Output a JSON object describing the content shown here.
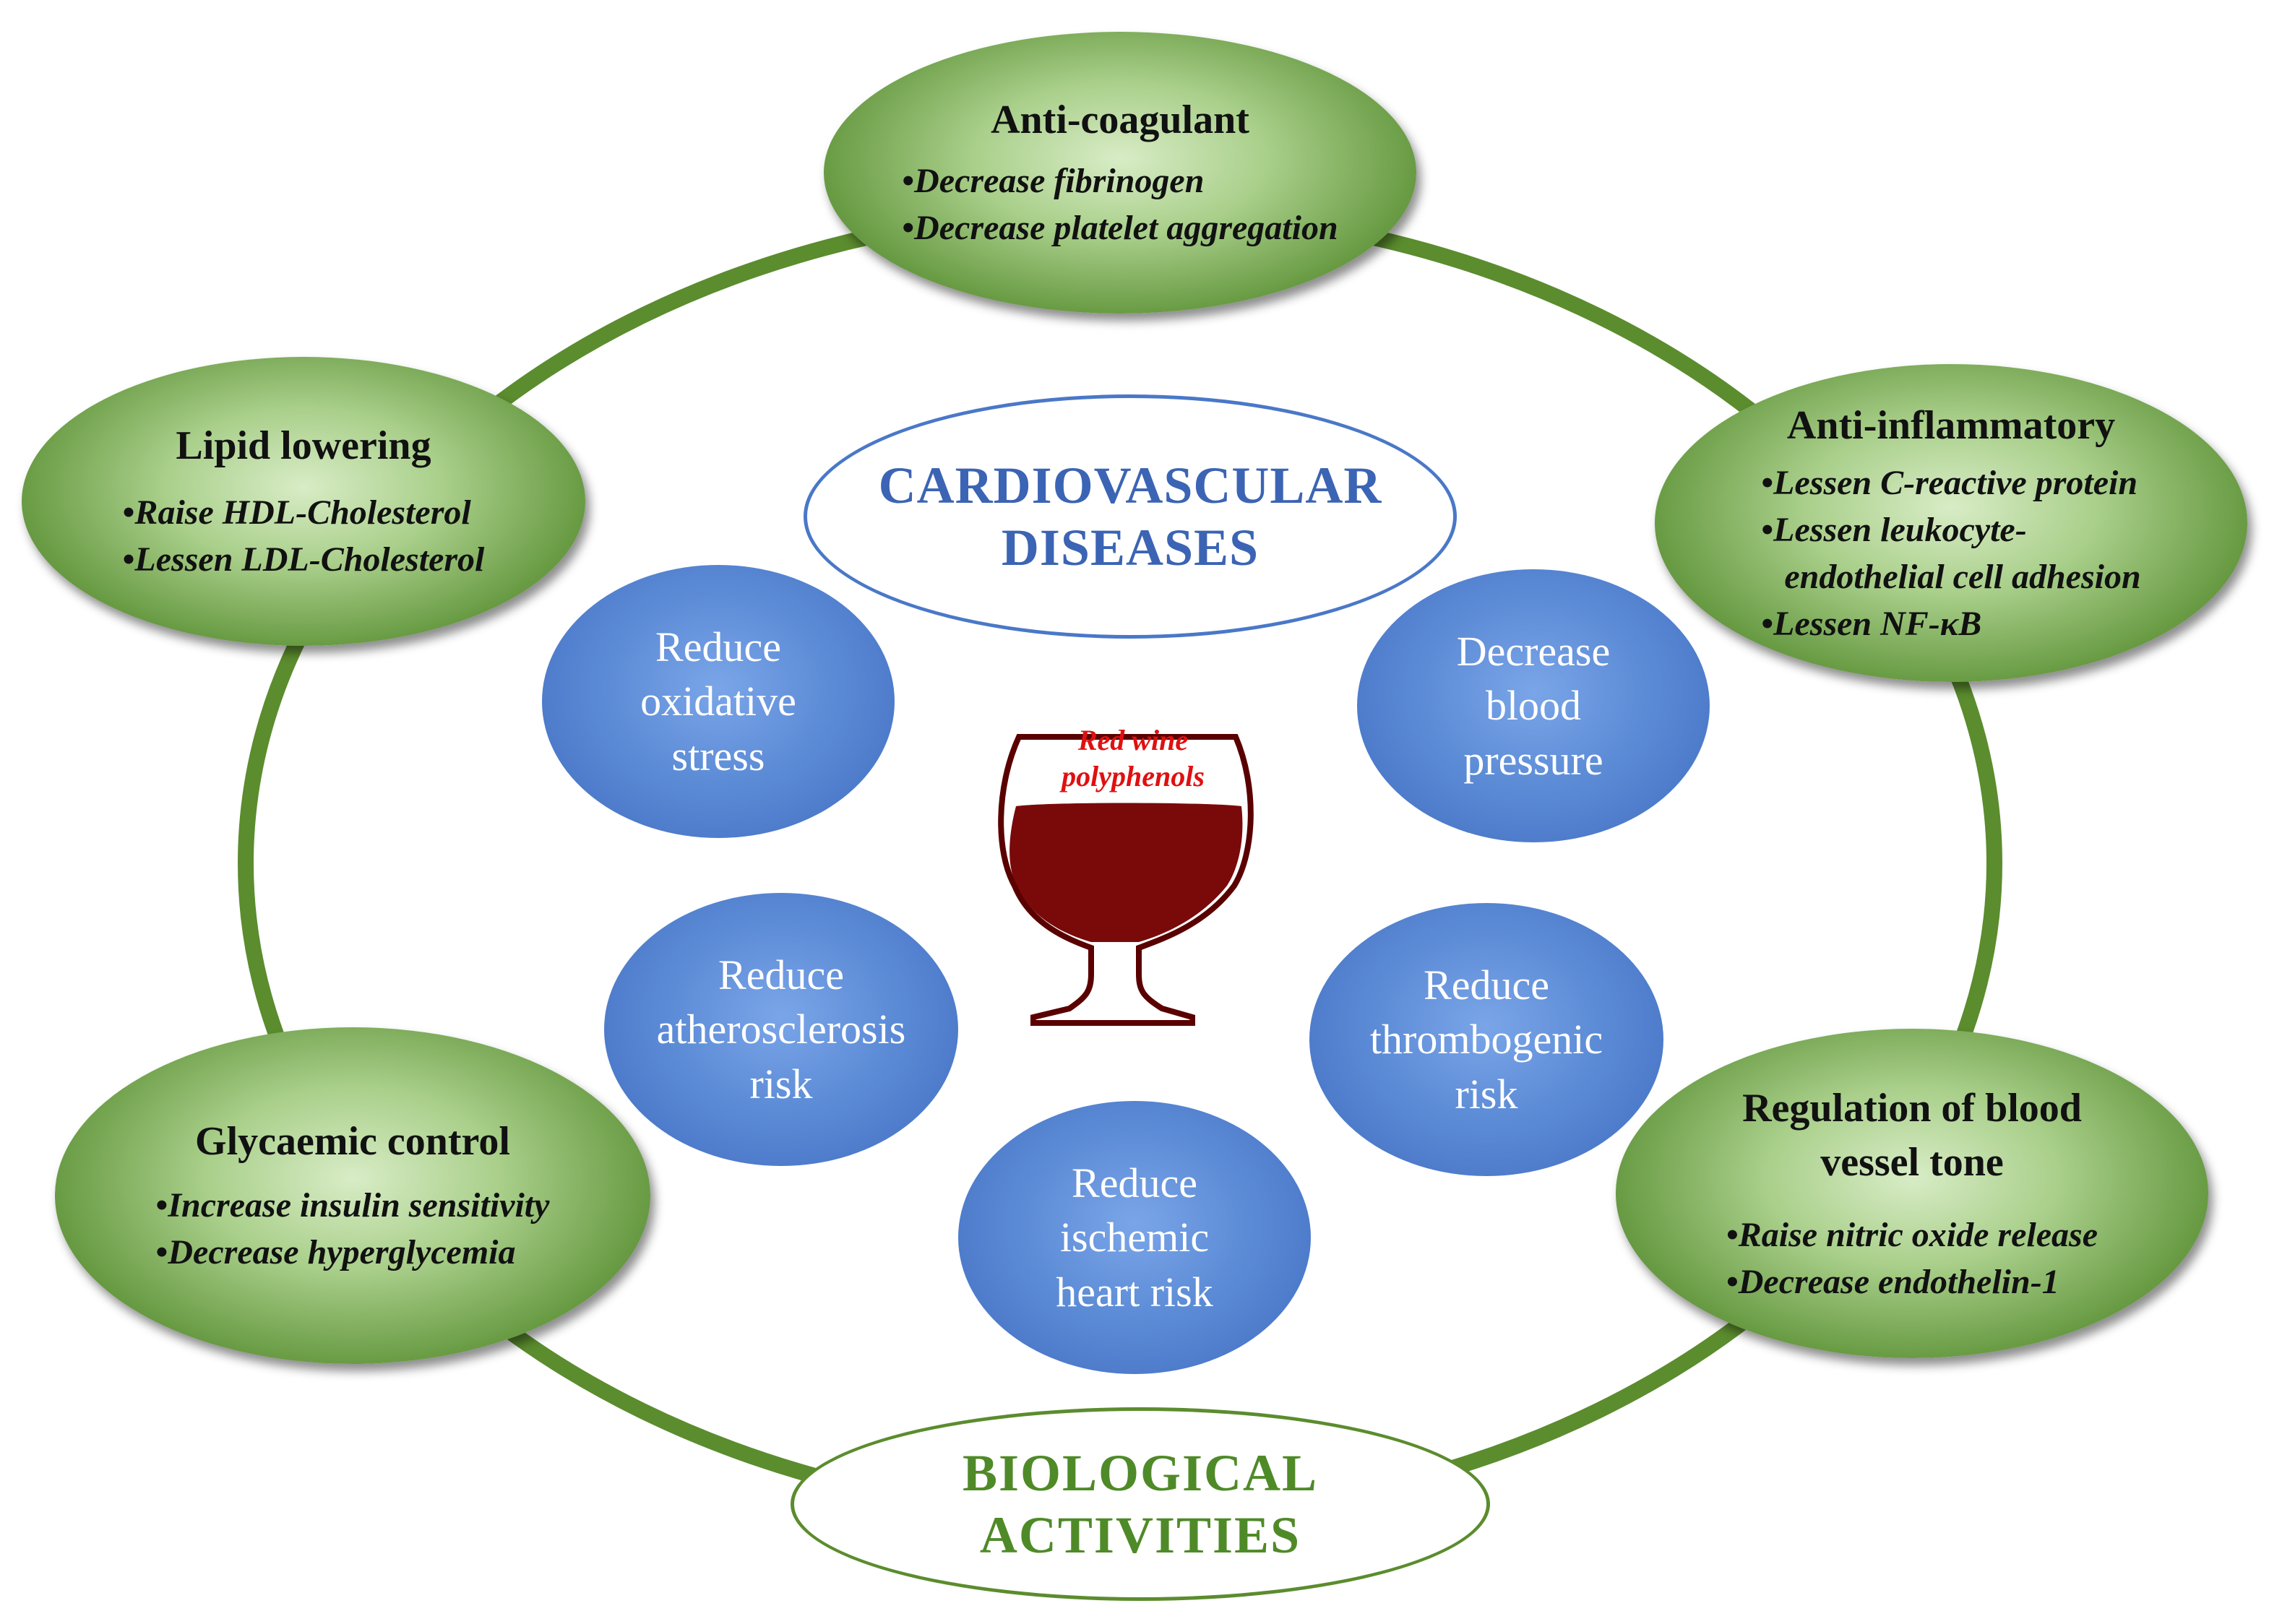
{
  "center_title": [
    "CARDIOVASCULAR",
    "DISEASES"
  ],
  "bottom_title": [
    "BIOLOGICAL",
    "ACTIVITIES"
  ],
  "wine_label": [
    "Red wine",
    "polyphenols"
  ],
  "colors": {
    "ring": "#5b8c2e",
    "green_node": "#6a9c45",
    "blue_node": "#4f7fd0",
    "wine": "#7a0a0a",
    "wine_label": "#e01010",
    "cv_outline": "#4a78c8"
  },
  "activities": {
    "anticoagulant": {
      "title": "Anti-coagulant",
      "items": [
        "Decrease fibrinogen",
        "Decrease platelet aggregation"
      ]
    },
    "antiinflammatory": {
      "title": "Anti-inflammatory",
      "items": [
        "Lessen C-reactive protein",
        "Lessen leukocyte-",
        "endothelial cell adhesion",
        "Lessen NF-κB"
      ]
    },
    "lipid": {
      "title": "Lipid lowering",
      "items": [
        "Raise HDL-Cholesterol",
        "Lessen  LDL-Cholesterol"
      ]
    },
    "glycaemic": {
      "title": "Glycaemic control",
      "items": [
        "Increase insulin sensitivity",
        "Decrease hyperglycemia"
      ]
    },
    "vessel": {
      "title": [
        "Regulation of blood",
        "vessel tone"
      ],
      "items": [
        "Raise nitric oxide release",
        "Decrease endothelin-1"
      ]
    }
  },
  "effects": {
    "oxidative": [
      "Reduce",
      "oxidative",
      "stress"
    ],
    "blood_pressure": [
      "Decrease",
      "blood",
      "pressure"
    ],
    "atherosclerosis": [
      "Reduce",
      "atherosclerosis",
      "risk"
    ],
    "thrombogenic": [
      "Reduce",
      "thrombogenic",
      "risk"
    ],
    "ischemic": [
      "Reduce",
      "ischemic",
      "heart risk"
    ]
  }
}
